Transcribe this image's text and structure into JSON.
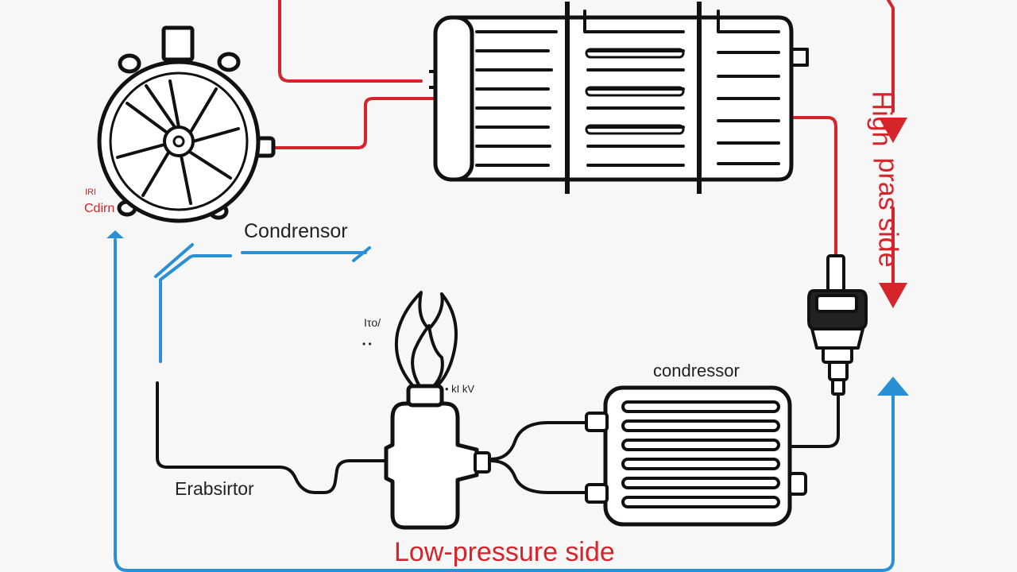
{
  "labels": {
    "condensor_top": "Condrensor",
    "condressor": "condressor",
    "evaporator": "Erabsirtor",
    "low_pressure": "Low-pressure side",
    "high_pressure_a": "High",
    "high_pressure_b": "pras side",
    "small_left_a": "IRI",
    "small_left_b": "Cdirn",
    "scribble_a": "Iτo/",
    "scribble_b": "• •",
    "scribble_c": "• kI kV"
  },
  "colors": {
    "high_line": "#d6242b",
    "low_line": "#2a90d6",
    "ink": "#1a1a1a",
    "label_red": "#d6242b"
  },
  "icons": [
    "fan-icon",
    "heat-exchanger-icon",
    "flame-icon",
    "valve-icon",
    "compressor-icon",
    "expansion-valve-icon",
    "arrow-down-icon",
    "arrow-up-icon"
  ]
}
